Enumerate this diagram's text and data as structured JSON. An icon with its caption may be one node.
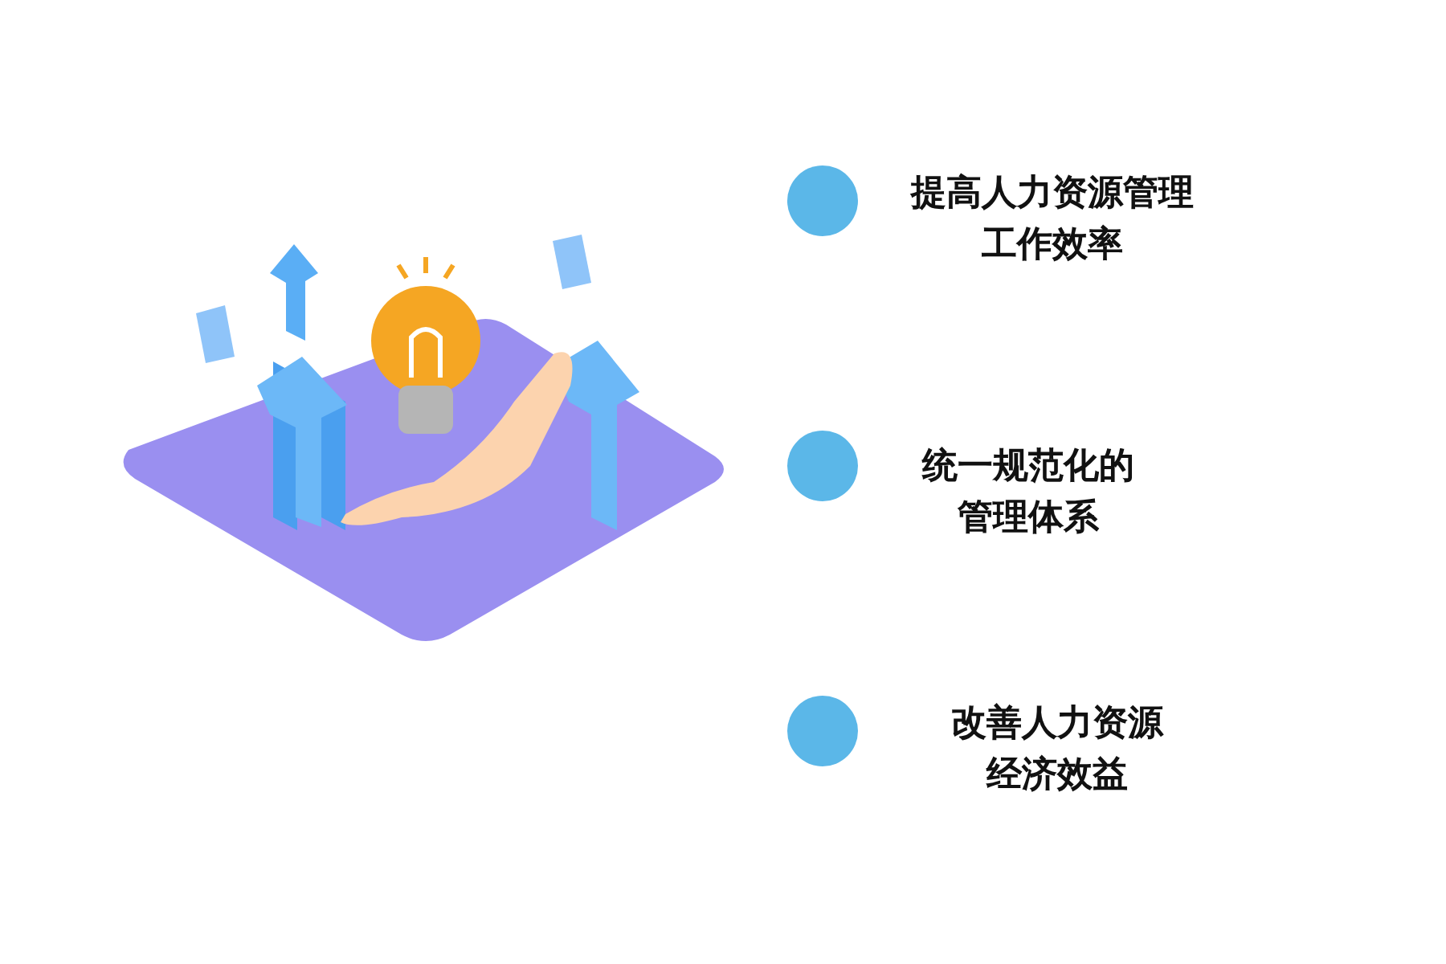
{
  "diagram": {
    "labels": [
      "提高人力资源管理工作效率",
      "统一规范化的管理体系",
      "改善人力资源经济效益"
    ]
  }
}
